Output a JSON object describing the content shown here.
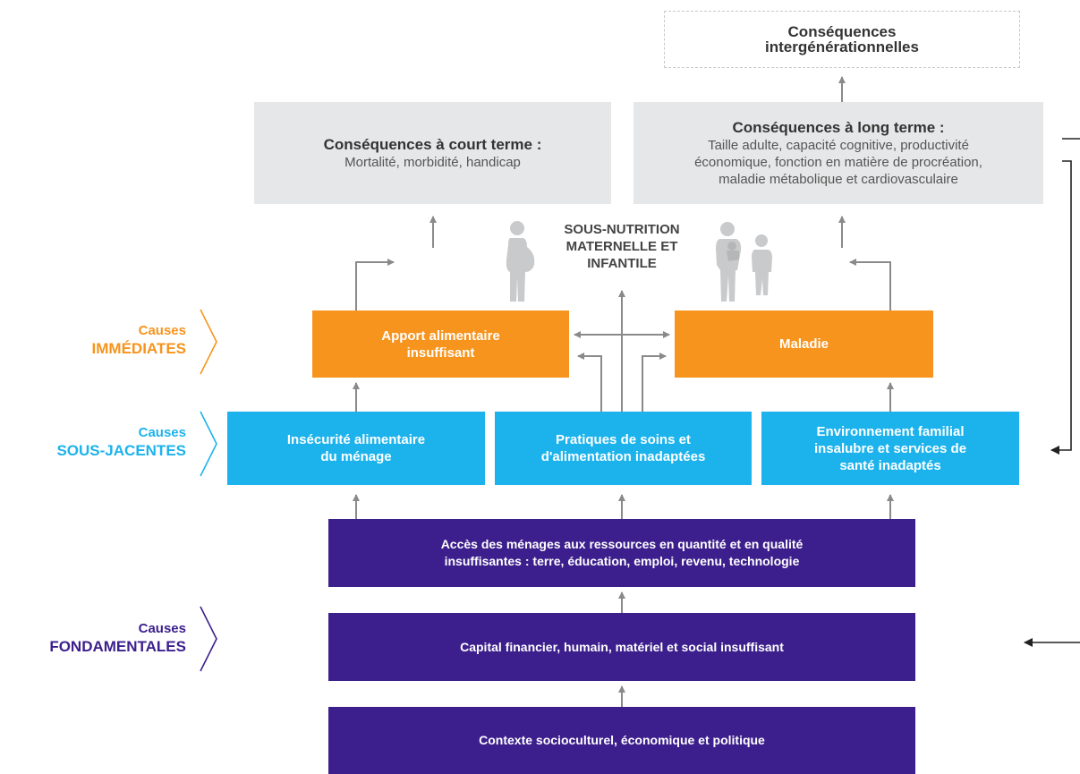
{
  "top_box": {
    "title": "Conséquences\nintergénérationnelles"
  },
  "short_term": {
    "title": "Conséquences à court terme :",
    "text": "Mortalité, morbidité, handicap"
  },
  "long_term": {
    "title": "Conséquences à long terme :",
    "text": "Taille adulte, capacité cognitive, productivité\néconomique, fonction en matière de procréation,\nmaladie métabolique et cardiovasculaire"
  },
  "center": {
    "text": "SOUS-NUTRITION\nMATERNELLE ET\nINFANTILE"
  },
  "immediate": {
    "label_top": "Causes",
    "label_bottom": "IMMÉDIATES",
    "color": "#f7941d",
    "boxes": [
      "Apport alimentaire\ninsuffisant",
      "Maladie"
    ]
  },
  "underlying": {
    "label_top": "Causes",
    "label_bottom": "SOUS-JACENTES",
    "color": "#1cb3ec",
    "boxes": [
      "Insécurité alimentaire\ndu ménage",
      "Pratiques de soins et\nd'alimentation inadaptées",
      "Environnement familial\ninsalubre et services de\nsanté inadaptés"
    ]
  },
  "fundamental": {
    "label_top": "Causes",
    "label_bottom": "FONDAMENTALES",
    "color": "#3c1f8c",
    "boxes": [
      "Accès des ménages aux ressources en quantité et en qualité\ninsuffisantes : terre, éducation, emploi, revenu, technologie",
      "Capital financier, humain, matériel et social insuffisant",
      "Contexte socioculturel, économique et politique"
    ]
  }
}
